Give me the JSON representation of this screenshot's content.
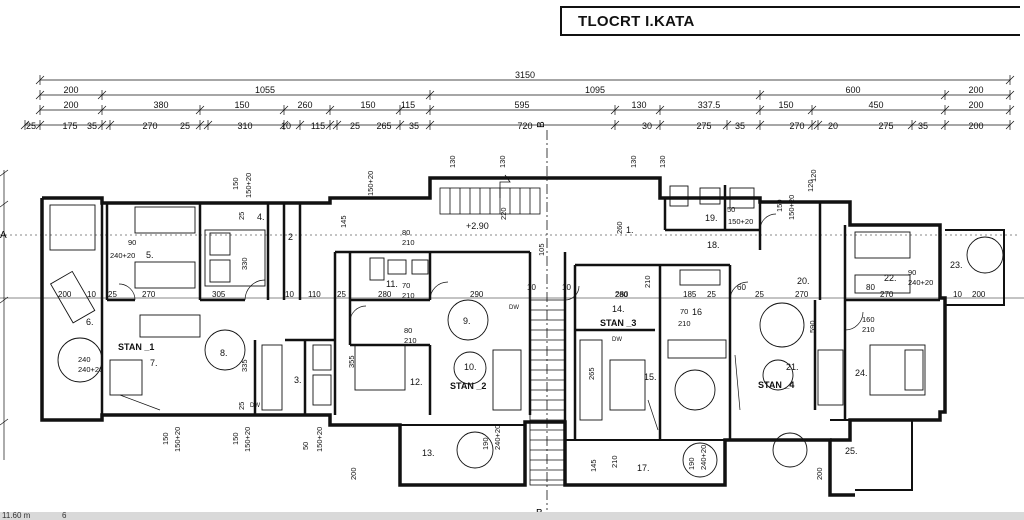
{
  "title": "TLOCRT I.KATA",
  "dim_rows": {
    "row1": [
      "3150"
    ],
    "row2": [
      "200",
      "1055",
      "1095",
      "600",
      "200"
    ],
    "row3": [
      "200",
      "380",
      "150",
      "260",
      "150",
      "115",
      "595",
      "130",
      "337.5",
      "150",
      "450",
      "200"
    ],
    "row4": [
      "25",
      "175",
      "35",
      "270",
      "25",
      "310",
      "10",
      "115",
      "25",
      "265",
      "35",
      "720",
      "30",
      "275",
      "35",
      "270",
      "20",
      "275",
      "35",
      "200"
    ]
  },
  "section_marks": {
    "top": "B",
    "left": "A",
    "bottom": "B"
  },
  "apartments": [
    "STAN _1",
    "STAN _2",
    "STAN _3",
    "STAN _4"
  ],
  "rooms": [
    "1.",
    "2",
    "3.",
    "4.",
    "5.",
    "6.",
    "7.",
    "8.",
    "9.",
    "10.",
    "11.",
    "12.",
    "13.",
    "14.",
    "15.",
    "16",
    "17.",
    "18.",
    "19.",
    "20.",
    "21.",
    "22.",
    "23.",
    "24.",
    "25."
  ],
  "level_mark": "+2.90",
  "inner_dims": {
    "row_mid": [
      "200",
      "10",
      "25",
      "270",
      "305",
      "10",
      "110",
      "25",
      "280",
      "290",
      "10",
      "10",
      "280",
      "185",
      "25",
      "60",
      "25",
      "270",
      "80",
      "270",
      "10",
      "200"
    ],
    "top_verticals": [
      "150",
      "150+20",
      "25",
      "130",
      "130",
      "130",
      "130",
      "120",
      "150",
      "150+20",
      "145",
      "150+20",
      "220",
      "260",
      "105",
      "210"
    ],
    "bottom_verticals": [
      "150",
      "150+20",
      "150",
      "150+20",
      "50",
      "150+20",
      "145",
      "200",
      "190",
      "240+20",
      "190",
      "240+20",
      "200",
      "210"
    ],
    "misc": [
      "90",
      "240+20",
      "330",
      "240",
      "240+20",
      "335",
      "80",
      "210",
      "70",
      "210",
      "80",
      "210",
      "355",
      "265",
      "590",
      "90",
      "240+20",
      "25",
      "DW",
      "DW",
      "DW",
      "70",
      "210",
      "50",
      "150+20",
      "160",
      "210",
      "120",
      "280"
    ]
  },
  "footer": {
    "left": "11.60 m",
    "right": "6"
  }
}
